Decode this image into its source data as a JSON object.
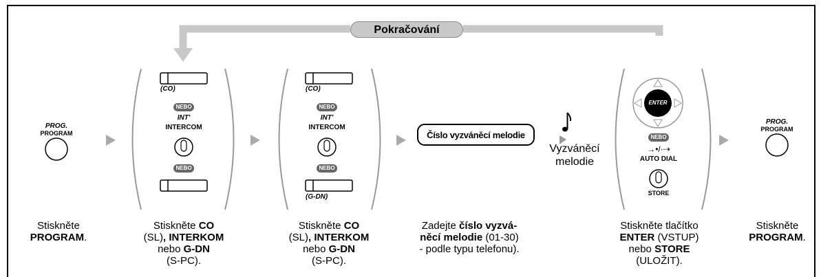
{
  "continue_label": "Pokračování",
  "steps": [
    {
      "key_top": "PROG.",
      "key_bottom": "PROGRAM",
      "caption": [
        "Stiskněte",
        "PROGRAM",
        "."
      ]
    },
    {
      "co_label": "(CO)",
      "nebo1": "NEBO",
      "int_label": "INT'",
      "intercom_label": "INTERCOM",
      "nebo2": "NEBO",
      "caption": [
        "Stiskněte ",
        "CO",
        "(SL)",
        ", INTERKOM",
        "nebo ",
        "G-DN",
        "(S-PC)."
      ]
    },
    {
      "co_label": "(CO)",
      "nebo1": "NEBO",
      "int_label": "INT'",
      "intercom_label": "INTERCOM",
      "nebo2": "NEBO",
      "gdn_label": "(G-DN)",
      "caption": [
        "Stiskněte ",
        "CO",
        "(SL)",
        ", INTERKOM",
        "nebo ",
        "G-DN",
        "(S-PC)."
      ]
    },
    {
      "input_box": "Číslo vyzváněcí melodie",
      "tone_label": [
        "Vyzváněcí",
        "melodie"
      ],
      "caption": [
        "Zadejte ",
        "číslo vyzvá-",
        "něcí melodie",
        " (01-30)",
        "- podle typu telefonu)."
      ]
    },
    {
      "enter_label": "ENTER",
      "nebo": "NEBO",
      "autodial_symbol": "→•/·⇢",
      "autodial_label": "AUTO DIAL",
      "store_label": "STORE",
      "caption": [
        "Stiskněte tlačítko",
        "ENTER",
        " (VSTUP)",
        "nebo ",
        "STORE",
        "(ULOŽIT)."
      ]
    },
    {
      "key_top": "PROG.",
      "key_bottom": "PROGRAM",
      "caption": [
        "Stiskněte",
        "PROGRAM",
        "."
      ]
    }
  ]
}
